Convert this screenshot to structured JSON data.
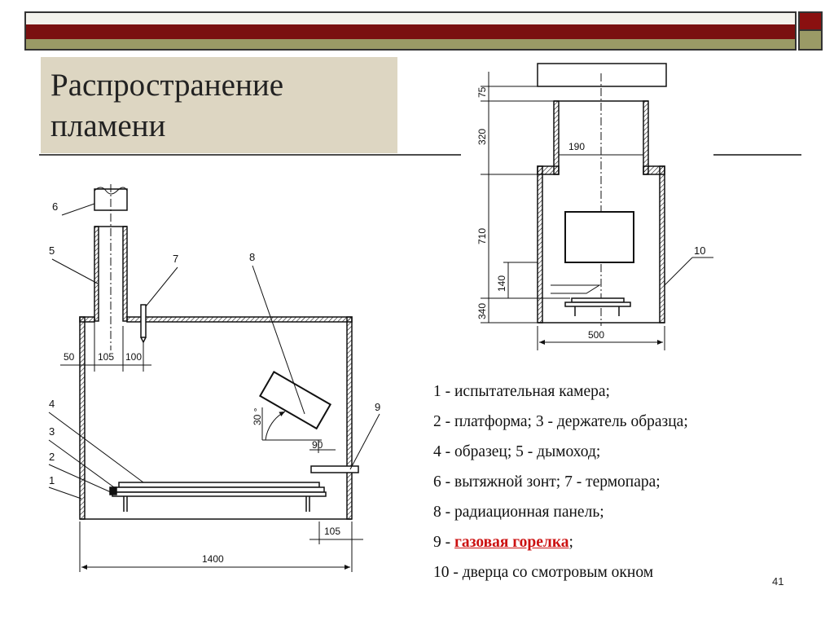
{
  "slide": {
    "title": "Распространение пламени",
    "page_number": "41"
  },
  "legend": [
    {
      "pre": "1 - испытательная камера;",
      "highlight": "",
      "post": ""
    },
    {
      "pre": "2 - платформа; 3  - держатель образца;",
      "highlight": "",
      "post": ""
    },
    {
      "pre": "4 - образец; 5 - дымоход;",
      "highlight": "",
      "post": ""
    },
    {
      "pre": "6 - вытяжной зонт; 7 - термопара;",
      "highlight": "",
      "post": ""
    },
    {
      "pre": "8 - радиационная панель;",
      "highlight": "",
      "post": ""
    },
    {
      "pre": "9 - ",
      "highlight": "газовая горелка",
      "post": ";"
    },
    {
      "pre": "10 - дверца со смотровым окном",
      "highlight": "",
      "post": ""
    }
  ],
  "side_view": {
    "part_labels": [
      "6",
      "5",
      "7",
      "8",
      "4",
      "3",
      "2",
      "1",
      "9"
    ],
    "dimensions": {
      "wall": "50",
      "chimney_width": "105",
      "thermocouple_offset": "100",
      "panel_angle": "30 °",
      "panel_offset": "90",
      "burner_offset": "105",
      "overall_length": "1400"
    }
  },
  "front_view": {
    "part_labels": [
      "10"
    ],
    "dimensions": {
      "hood_gap": "75",
      "chimney_height": "320",
      "chimney_width": "190",
      "chamber_height": "710",
      "door_bottom": "140",
      "base_height": "340",
      "chamber_width": "500"
    }
  },
  "colors": {
    "title_bg": "#ddd6c2",
    "band_red": "#7a1010",
    "band_olive": "#9a9a66",
    "highlight": "#cc1111"
  }
}
